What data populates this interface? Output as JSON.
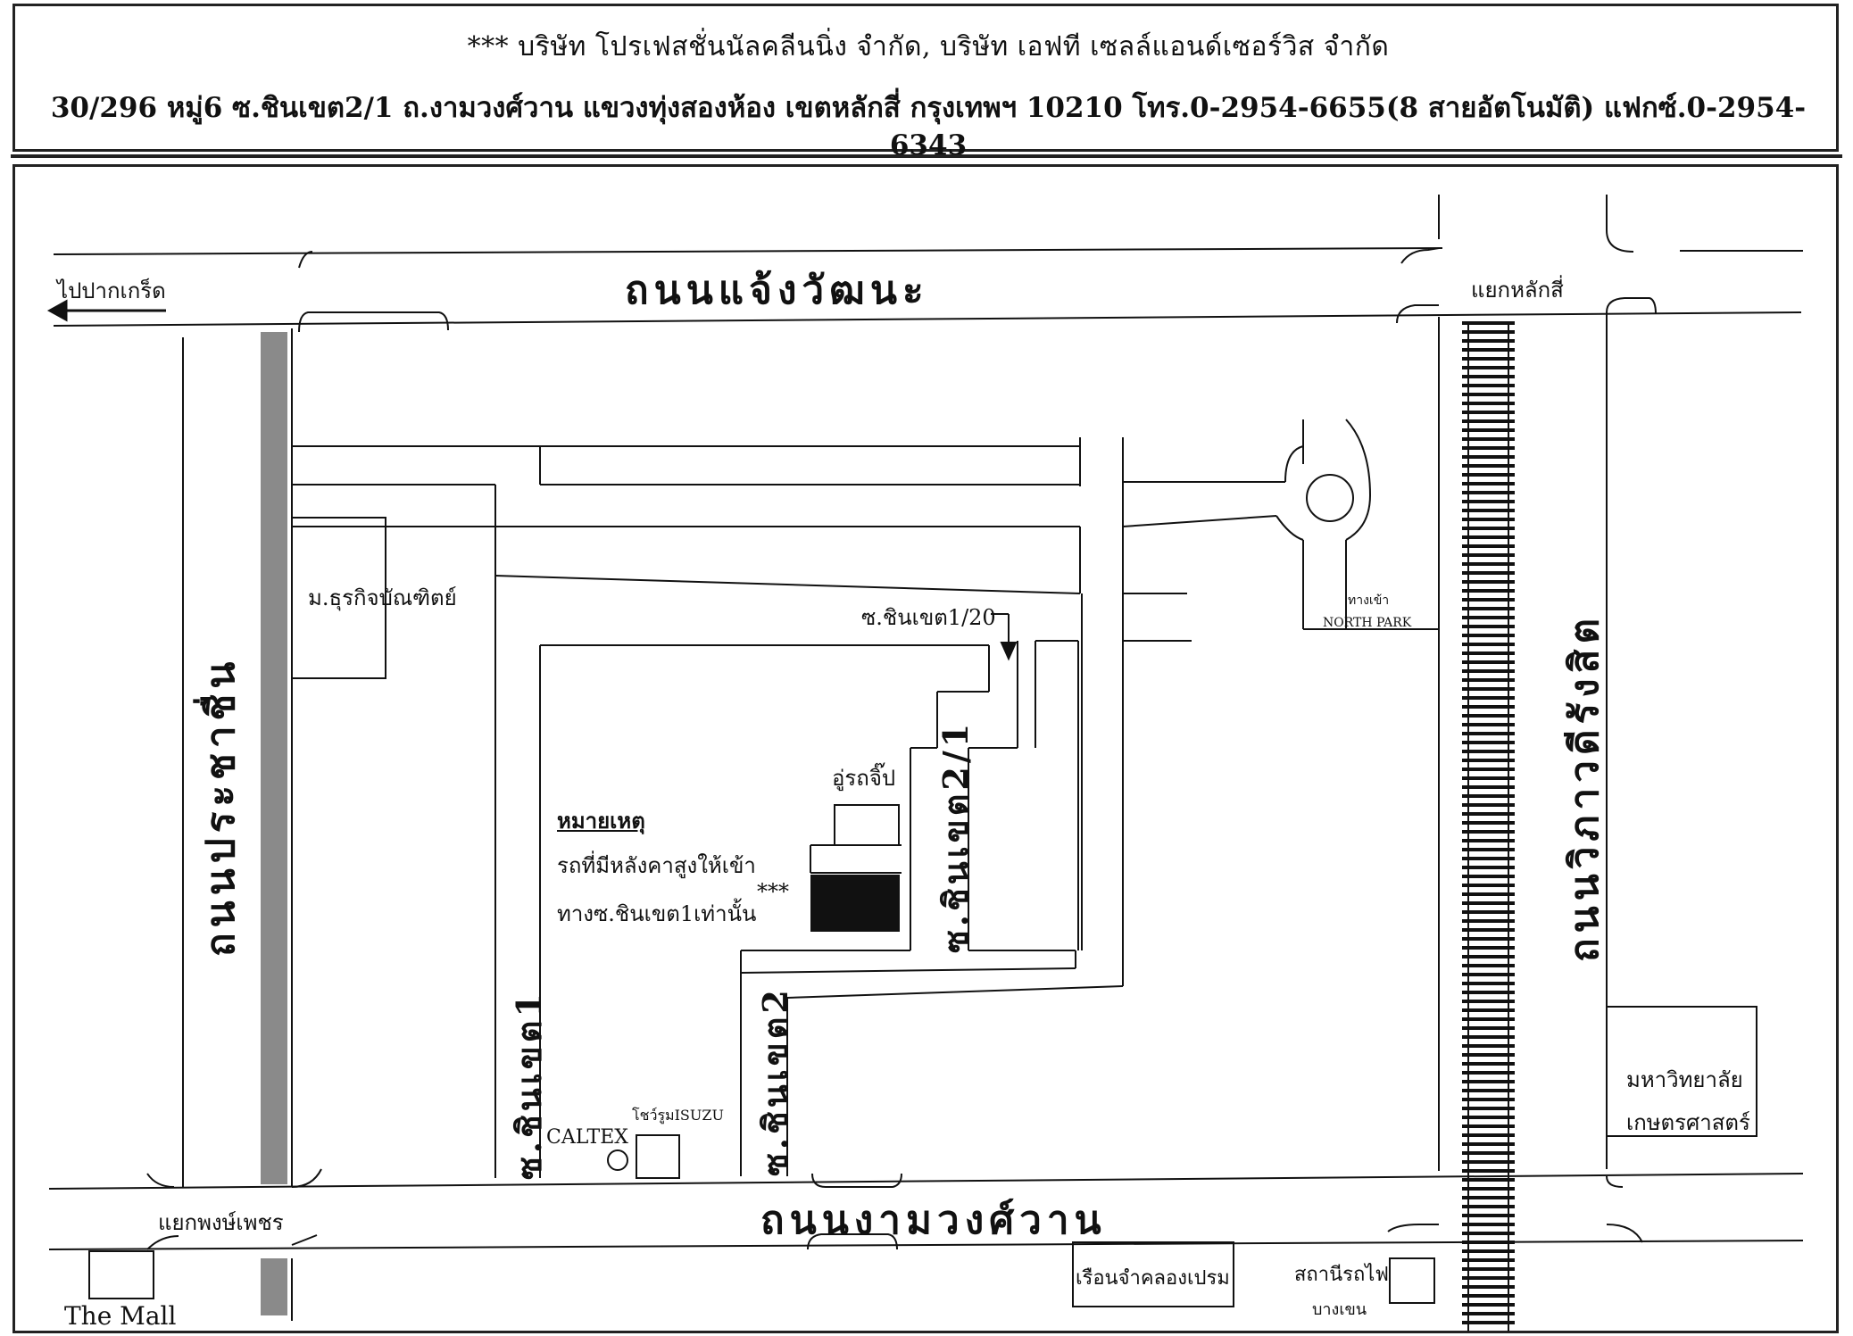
{
  "header": {
    "companies": "*** บริษัท โปรเฟสชั่นนัลคลีนนิ่ง จำกัด, บริษัท เอฟที เซลล์แอนด์เซอร์วิส จำกัด",
    "address": "30/296 หมู่6 ซ.ชินเขต2/1 ถ.งามวงศ์วาน แขวงทุ่งสองห้อง เขตหลักสี่ กรุงเทพฯ 10210 โทร.0-2954-6655(8 สายอัตโนมัติ) แฟกซ์.0-2954-6343"
  },
  "roads": {
    "chaeng_watthana": "ถนนแจ้งวัฒนะ",
    "ngamwongwan": "ถนนงามวงศ์วาน",
    "prachachuen": "ถนนประชาชื่น",
    "vibhavadi": "ถนนวิภาวดีรังสิต",
    "soi_chinnakhet_1": "ซ.ชินเขต1",
    "soi_chinnakhet_2": "ซ.ชินเขต2",
    "soi_chinnakhet_2_1": "ซ.ชินเขต2/1",
    "soi_chinnakhet_1_20": "ซ.ชินเขต1/20"
  },
  "places": {
    "to_pak_kret": "ไปปากเกร็ด",
    "laksi_junction": "แยกหลักสี่",
    "phong_phet_junction": "แยกพงษ์เพชร",
    "dpu": "ม.ธุรกิจบัณฑิตย์",
    "north_park_entrance": "ทางเข้า",
    "north_park": "NORTH PARK",
    "garage": "อู่รถจิ๊ป",
    "caltex": "CALTEX",
    "isuzu_showroom": "โชว์รูมISUZU",
    "kasetsart_line1": "มหาวิทยาลัย",
    "kasetsart_line2": "เกษตรศาสตร์",
    "prem_prison": "เรือนจำคลองเปรม",
    "train_station": "สถานีรถไฟ",
    "bang_khen": "บางเขน",
    "the_mall": "The Mall"
  },
  "note": {
    "title": "หมายเหตุ",
    "line1": "รถที่มีหลังคาสูงให้เข้า",
    "line2": "ทางซ.ชินเขต1เท่านั้น",
    "stars": "***"
  },
  "colors": {
    "ink": "#111111",
    "rail_shade": "#8a8a8a",
    "destination": "#111111"
  }
}
